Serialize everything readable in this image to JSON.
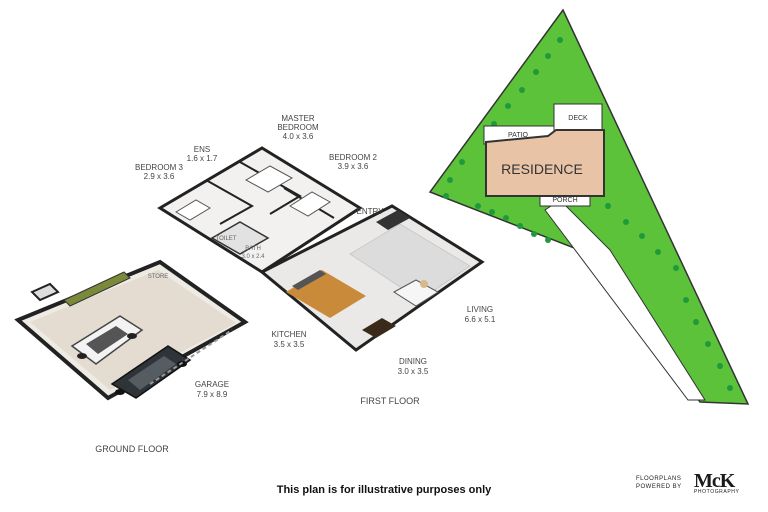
{
  "labels": {
    "ens": "ENS",
    "ens_dim": "1.6 x 1.7",
    "bedroom3": "BEDROOM 3",
    "bedroom3_dim": "2.9 x 3.6",
    "master": "MASTER",
    "bedroom": "BEDROOM",
    "master_dim": "4.0 x 3.6",
    "bedroom2": "BEDROOM 2",
    "bedroom2_dim": "3.9 x 3.6",
    "entry": "ENTRY",
    "toilet": "TOILET",
    "bath": "BATH",
    "bath_dim": "3.0 x 2.4",
    "store": "STORE",
    "living": "LIVING",
    "living_dim": "6.6 x 5.1",
    "kitchen": "KITCHEN",
    "kitchen_dim": "3.5 x 3.5",
    "dining": "DINING",
    "dining_dim": "3.0 x 3.5",
    "garage": "GARAGE",
    "garage_dim": "7.9 x 8.9",
    "first_floor": "FIRST FLOOR",
    "ground_floor": "GROUND FLOOR"
  },
  "site": {
    "residence": "RESIDENCE",
    "deck": "DECK",
    "patio": "PATIO",
    "porch": "PORCH"
  },
  "colors": {
    "grass": "#5cc23a",
    "residence": "#e8c3a6",
    "floor_tile": "#e9e8e6",
    "timber": "#c98a3a"
  },
  "footer": {
    "disclaimer": "This plan is for illustrative purposes only"
  },
  "branding": {
    "line1": "FLOORPLANS",
    "line2": "POWERED BY",
    "logo": "McK",
    "sub": "PHOTOGRAPHY"
  }
}
